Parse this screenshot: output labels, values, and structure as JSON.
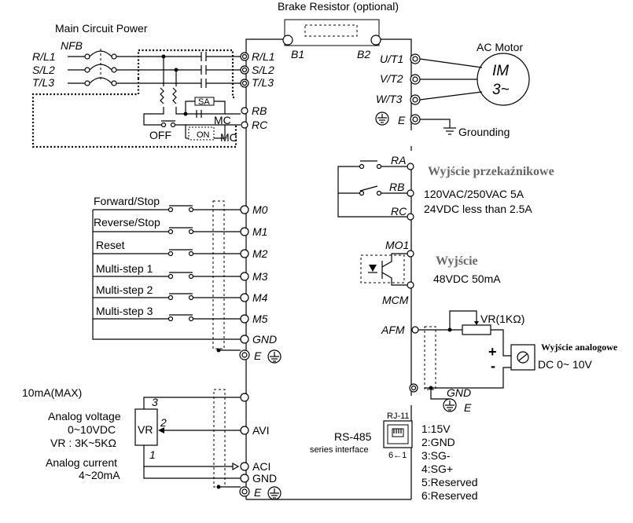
{
  "title_brake": "Brake Resistor (optional)",
  "title_power": "Main Circuit Power",
  "nfb": "NFB",
  "inputs": [
    "R/L1",
    "S/L2",
    "T/L3"
  ],
  "power_terminals": [
    "R/L1",
    "S/L2",
    "T/L3",
    "RB",
    "RC"
  ],
  "b1": "B1",
  "b2": "B2",
  "sa": "SA",
  "mc": "MC",
  "off": "OFF",
  "on": "ON",
  "motor": {
    "label": "AC Motor",
    "im": "IM",
    "phase": "3~"
  },
  "outputs": [
    "U/T1",
    "V/T2",
    "W/T3"
  ],
  "e": "E",
  "grounding": "Grounding",
  "relay": {
    "terms": [
      "RA",
      "RB",
      "RC"
    ],
    "title": "Wyjście przekaźnikowe",
    "spec1": "120VAC/250VAC  5A",
    "spec2": "24VDC  less than 2.5A"
  },
  "mo": {
    "terms": [
      "MO1",
      "MCM"
    ],
    "title": "Wyjście",
    "spec": "48VDC 50mA"
  },
  "inputs_ctrl": [
    {
      "label": "Forward/Stop",
      "term": "M0"
    },
    {
      "label": "Reverse/Stop",
      "term": "M1"
    },
    {
      "label": "Reset",
      "term": "M2"
    },
    {
      "label": "Multi-step 1",
      "term": "M3"
    },
    {
      "label": "Multi-step 2",
      "term": "M4"
    },
    {
      "label": "Multi-step 3",
      "term": "M5"
    }
  ],
  "gnd": "GND",
  "afm": {
    "term": "AFM",
    "vr": "VR(1KΩ)",
    "plus": "+",
    "minus": "-",
    "title": "Wyjście analogowe",
    "spec": "DC 0~ 10V"
  },
  "analog": {
    "max": "10mA(MAX)",
    "voltage": "Analog voltage",
    "vrange": "0~10VDC",
    "vr": "VR : 3K~5KΩ",
    "vr_box": "VR",
    "pin3": "3",
    "pin2": "2",
    "pin1": "1",
    "current": "Analog current",
    "crange": "4~20mA",
    "avi": "AVI",
    "aci": "ACI"
  },
  "rs485": {
    "title": "RS-485",
    "sub": "series interface",
    "rj": "RJ-11",
    "pins": "6←1",
    "list": [
      "1:15V",
      "2:GND",
      "3:SG-",
      "4:SG+",
      "5:Reserved",
      "6:Reserved"
    ]
  }
}
